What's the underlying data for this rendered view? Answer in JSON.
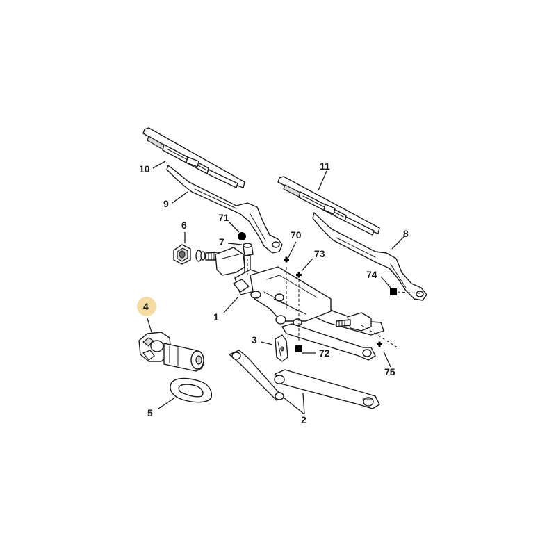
{
  "diagram": {
    "highlight_color": "#f6dca3",
    "line_color": "#1a1a1a",
    "callouts": {
      "c1": "1",
      "c2": "2",
      "c3": "3",
      "c4": "4",
      "c5": "5",
      "c6": "6",
      "c7": "7",
      "c8": "8",
      "c9": "9",
      "c10": "10",
      "c11": "11",
      "c70": "70",
      "c71": "71",
      "c72": "72",
      "c73": "73",
      "c74": "74",
      "c75": "75"
    },
    "highlighted_callout": "4",
    "markers": {
      "c70": "plus",
      "c71": "circle",
      "c72": "square",
      "c73": "plus",
      "c74": "square",
      "c75": "plus"
    }
  }
}
